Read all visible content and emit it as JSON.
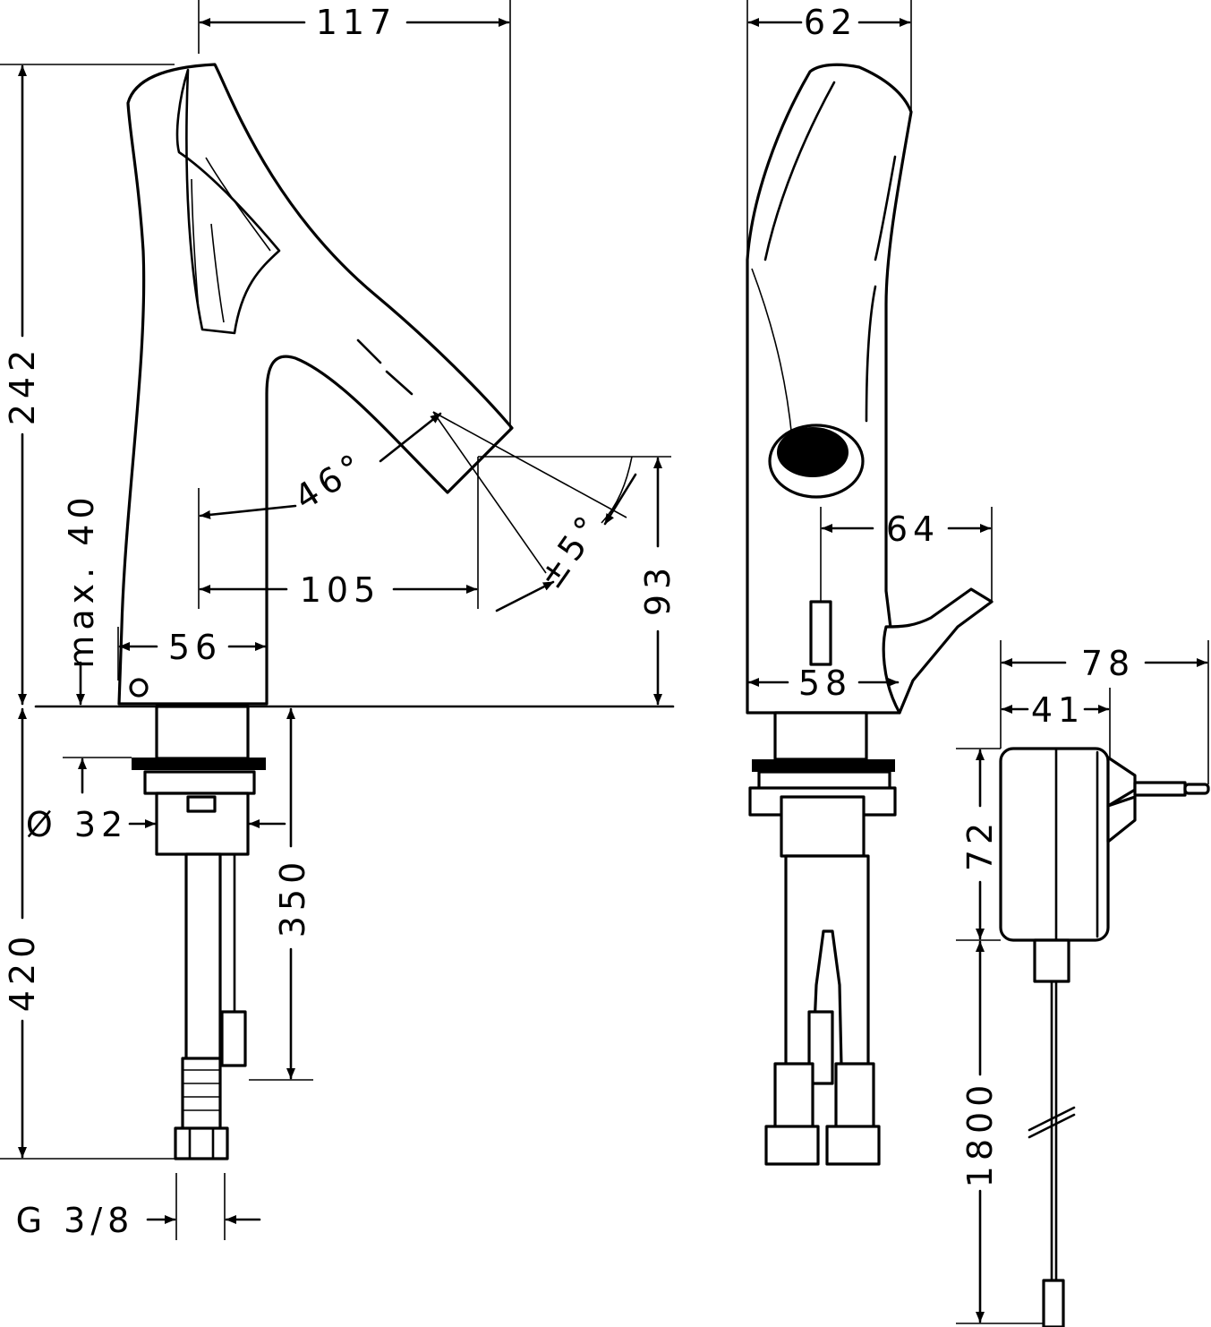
{
  "diagram": {
    "side_view": {
      "width_top": "117",
      "height_total": "242",
      "max_sink": "max. 40",
      "spray_angle": "46°",
      "tilt": "±5°",
      "reach": "105",
      "base_width": "56",
      "spout_height": "93",
      "below_deck": "420",
      "hose_length": "350",
      "diameter": "Ø 32",
      "thread": "G 3/8"
    },
    "front_view": {
      "width_top": "62",
      "lever_reach": "64",
      "base_width": "58"
    },
    "power_supply": {
      "plug_width": "78",
      "body_width": "41",
      "height": "72",
      "cable_length": "1800"
    }
  }
}
